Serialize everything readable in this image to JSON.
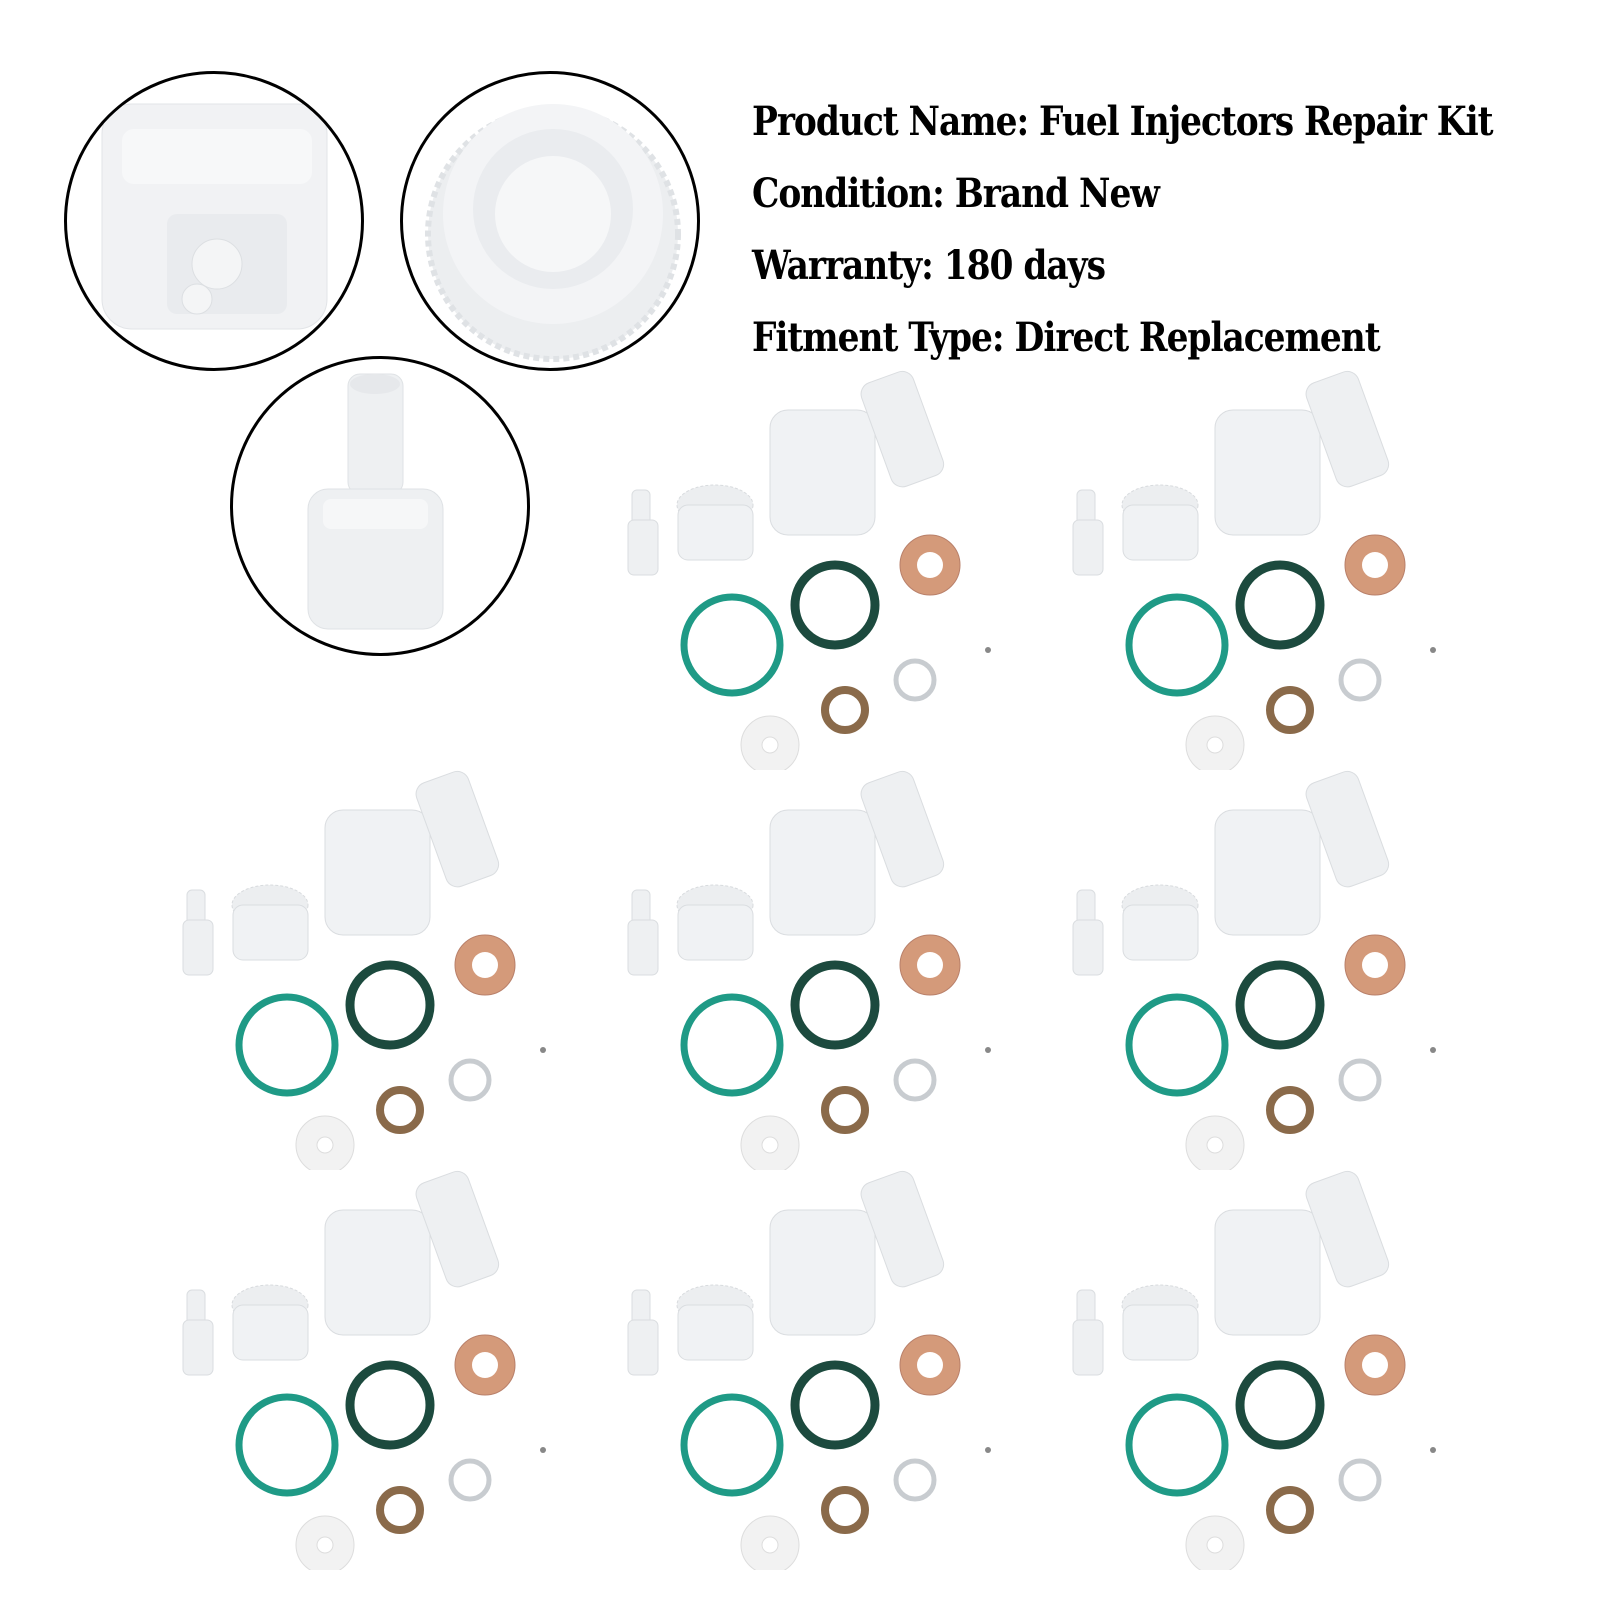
{
  "specs": [
    {
      "label": "Product Name",
      "value": "Fuel Injectors Repair Kit",
      "text": "Product Name: Fuel Injectors Repair Kit"
    },
    {
      "label": "Condition",
      "value": "Brand New",
      "text": "Condition: Brand New"
    },
    {
      "label": "Warranty",
      "value": "180 days",
      "text": "Warranty: 180 days"
    },
    {
      "label": "Fitment Type",
      "value": "Direct Replacement",
      "text": "Fitment Type: Direct Replacement"
    }
  ],
  "detail_views": [
    {
      "name": "square-cap-closeup"
    },
    {
      "name": "gear-cap-closeup"
    },
    {
      "name": "nozzle-connector-closeup"
    }
  ],
  "kit_count": 8,
  "colors": {
    "plastic": "#eef0f2",
    "oring_light": "#1f9a86",
    "oring_dark": "#1c4a3e",
    "copper": "#d49a7a",
    "bronze": "#8a6a4a",
    "outline": "#000000"
  }
}
